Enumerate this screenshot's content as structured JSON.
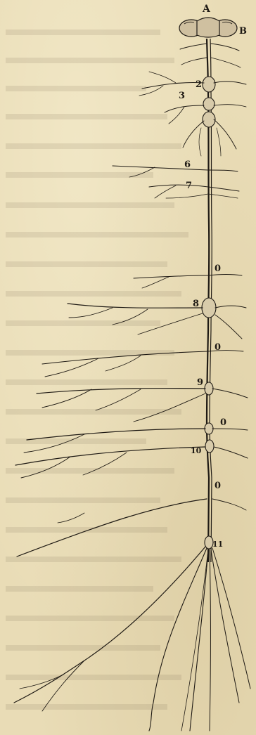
{
  "figure": {
    "labels": {
      "A": "A",
      "B": "B",
      "n2": "2",
      "n3": "3",
      "n6": "6",
      "n7": "7",
      "n8": "8",
      "n9": "9",
      "n10": "10",
      "n11": "11",
      "o1": "0",
      "o2": "0",
      "o3": "0",
      "o4": "0"
    },
    "colors": {
      "paper": "#e9dcb6",
      "ink": "#1f1a14"
    }
  }
}
